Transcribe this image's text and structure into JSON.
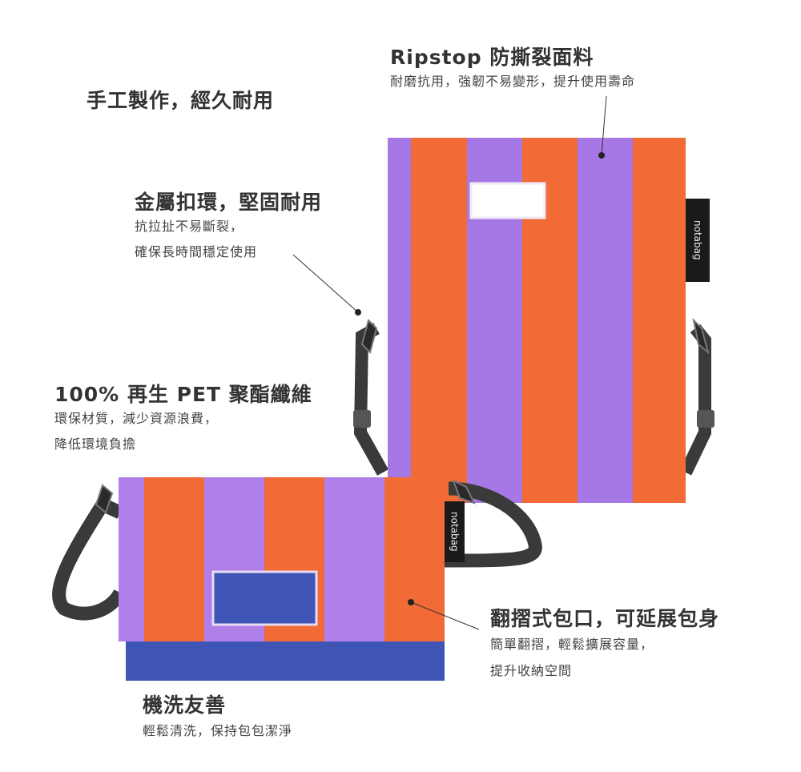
{
  "features": {
    "handmade": {
      "title": "手工製作，經久耐用"
    },
    "ripstop": {
      "title": "Ripstop 防撕裂面料",
      "desc": "耐磨抗用，強韌不易變形，提升使用壽命"
    },
    "metal_ring": {
      "title": "金屬扣環，堅固耐用",
      "desc_lines": [
        "抗拉扯不易斷裂，",
        "確保長時間穩定使用"
      ]
    },
    "recycled_pet": {
      "title": "100% 再生 PET 聚酯纖維",
      "desc_lines": [
        "環保材質，減少資源浪費，",
        "降低環境負擔"
      ]
    },
    "fold_opening": {
      "title": "翻摺式包口，可延展包身",
      "desc_lines": [
        "簡單翻摺，輕鬆擴展容量，",
        "提升收納空間"
      ]
    },
    "washable": {
      "title": "機洗友善",
      "desc": "輕鬆清洗，保持包包潔淨"
    }
  },
  "brand_tag": "notabag",
  "colors": {
    "orange": "#f26a35",
    "purple": "#a678e6",
    "blue": "#3f55b5",
    "strap": "#3a3a3a"
  }
}
